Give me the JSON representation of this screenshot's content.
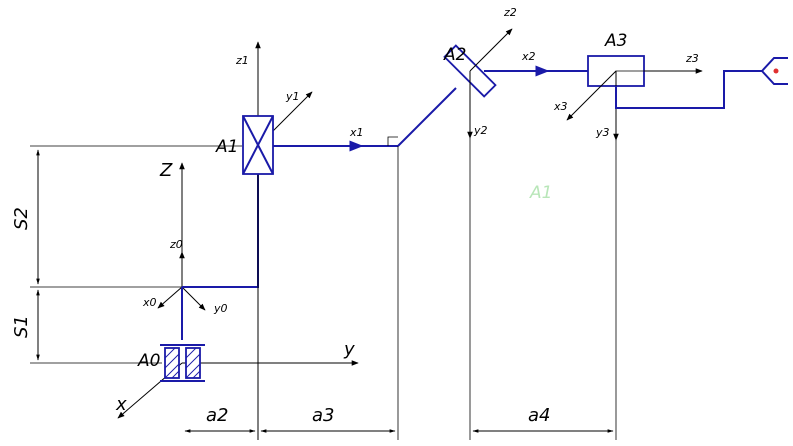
{
  "labels": {
    "A0": "A0",
    "A1": "A1",
    "A2": "A2",
    "A3": "A3",
    "ghost": "A1",
    "Z": "Z",
    "y": "y",
    "x": "x",
    "z0": "z0",
    "x0": "x0",
    "y0": "y0",
    "z1": "z1",
    "x1": "x1",
    "y1": "y1",
    "z2": "z2",
    "x2": "x2",
    "y2": "y2",
    "z3": "z3",
    "x3": "x3",
    "y3": "y3",
    "S1": "S1",
    "S2": "S2",
    "a2": "a2",
    "a3": "a3",
    "a4": "a4"
  },
  "colors": {
    "link": "#1a1aa8",
    "line": "#000000",
    "ghost": "#b8e6b8",
    "gripper_dot": "#e03030"
  }
}
